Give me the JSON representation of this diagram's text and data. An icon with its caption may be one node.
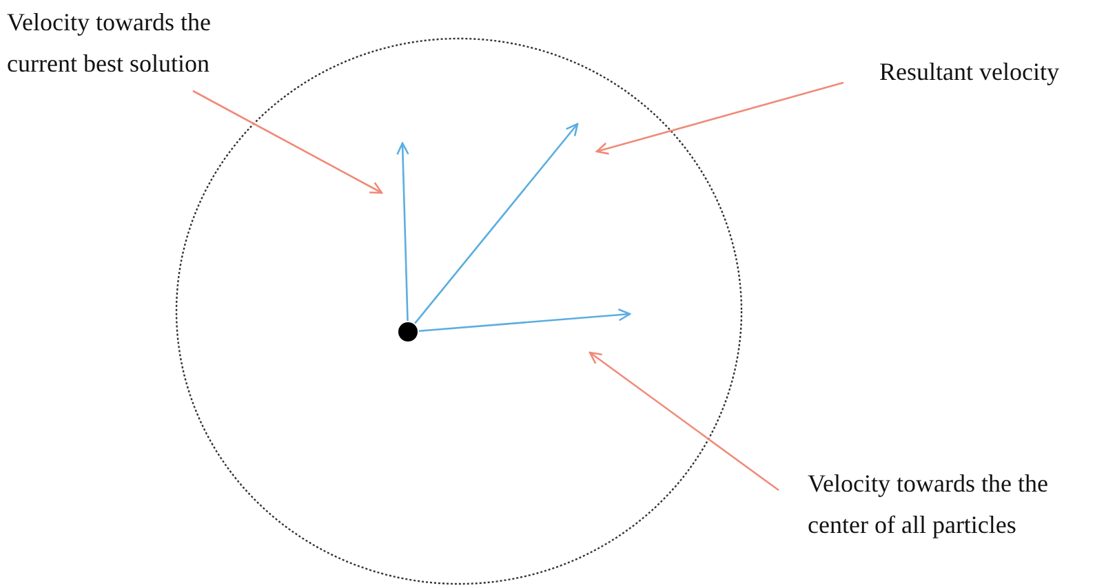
{
  "diagram": {
    "nodes": [
      {
        "text": [
          "Velocity towards the current best solution"
        ]
      },
      {
        "text": [
          "Resultant velocity"
        ]
      },
      {
        "text": [
          "Velocity towards the the center of all particles"
        ]
      },
      {
        "text": [],
        "shape": "circle"
      }
    ],
    "edges": [
      {
        "from": 3,
        "to": null,
        "arrow": "to",
        "color": "#5aaee0"
      },
      {
        "from": 3,
        "to": null,
        "arrow": "to",
        "color": "#5aaee0"
      },
      {
        "from": 3,
        "to": null,
        "arrow": "to",
        "color": "#5aaee0"
      },
      {
        "from": 0,
        "to": null,
        "arrow": "to",
        "color": "#f08a78"
      },
      {
        "from": 1,
        "to": null,
        "arrow": "to",
        "color": "#f08a78"
      },
      {
        "from": 2,
        "to": null,
        "arrow": "to",
        "color": "#f08a78"
      }
    ]
  }
}
